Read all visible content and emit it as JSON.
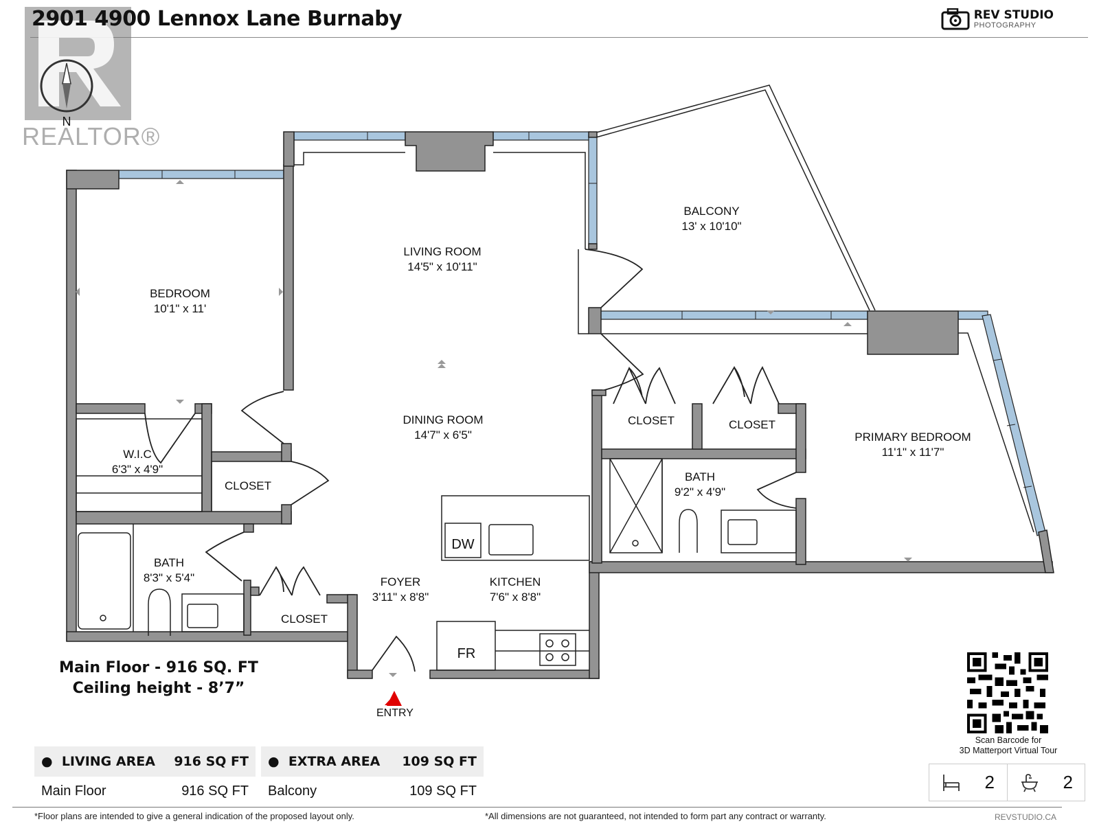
{
  "header": {
    "title": "2901 4900 Lennox Lane Burnaby",
    "brand_name": "REV STUDIO",
    "brand_sub": "PHOTOGRAPHY"
  },
  "watermark": {
    "text": "REALTOR®"
  },
  "compass": {
    "label": "N"
  },
  "rooms": [
    {
      "name": "BEDROOM",
      "dims": "10'1\" x 11'"
    },
    {
      "name": "LIVING ROOM",
      "dims": "14'5\" x 10'11\""
    },
    {
      "name": "BALCONY",
      "dims": "13' x 10'10\""
    },
    {
      "name": "DINING ROOM",
      "dims": "14'7\" x 6'5\""
    },
    {
      "name": "W.I.C",
      "dims": "6'3\" x 4'9\""
    },
    {
      "name": "CLOSET",
      "dims": ""
    },
    {
      "name": "BATH",
      "dims": "8'3\" x 5'4\""
    },
    {
      "name": "CLOSET",
      "dims": ""
    },
    {
      "name": "FOYER",
      "dims": "3'11\" x 8'8\""
    },
    {
      "name": "KITCHEN",
      "dims": "7'6\" x 8'8\""
    },
    {
      "name": "CLOSET",
      "dims": ""
    },
    {
      "name": "CLOSET",
      "dims": ""
    },
    {
      "name": "BATH",
      "dims": "9'2\" x 4'9\""
    },
    {
      "name": "PRIMARY BEDROOM",
      "dims": "11'1\" x 11'7\""
    }
  ],
  "appliances": {
    "dishwasher": "DW",
    "fridge": "FR"
  },
  "entry": {
    "label": "ENTRY",
    "color": "#e00000"
  },
  "floor_info": {
    "line1": "Main Floor - 916 SQ. FT",
    "line2": "Ceiling height - 8’7”"
  },
  "areas": {
    "living": {
      "label": "LIVING AREA",
      "total": "916 SQ FT",
      "rows": [
        {
          "name": "Main Floor",
          "value": "916 SQ FT"
        }
      ]
    },
    "extra": {
      "label": "EXTRA AREA",
      "total": "109 SQ FT",
      "rows": [
        {
          "name": "Balcony",
          "value": "109 SQ FT"
        }
      ]
    }
  },
  "qr": {
    "caption_line1": "Scan Barcode for",
    "caption_line2": "3D Matterport Virtual Tour"
  },
  "counts": {
    "bedrooms": "2",
    "bathrooms": "2"
  },
  "footer": {
    "left": "*Floor plans are intended to give a general indication of the proposed layout only.",
    "center": "*All dimensions are not guaranteed, not intended to form part any contract or warranty.",
    "right": "REVSTUDIO.CA"
  },
  "colors": {
    "wall": "#939393",
    "window": "#a9c6de",
    "text": "#111111"
  }
}
